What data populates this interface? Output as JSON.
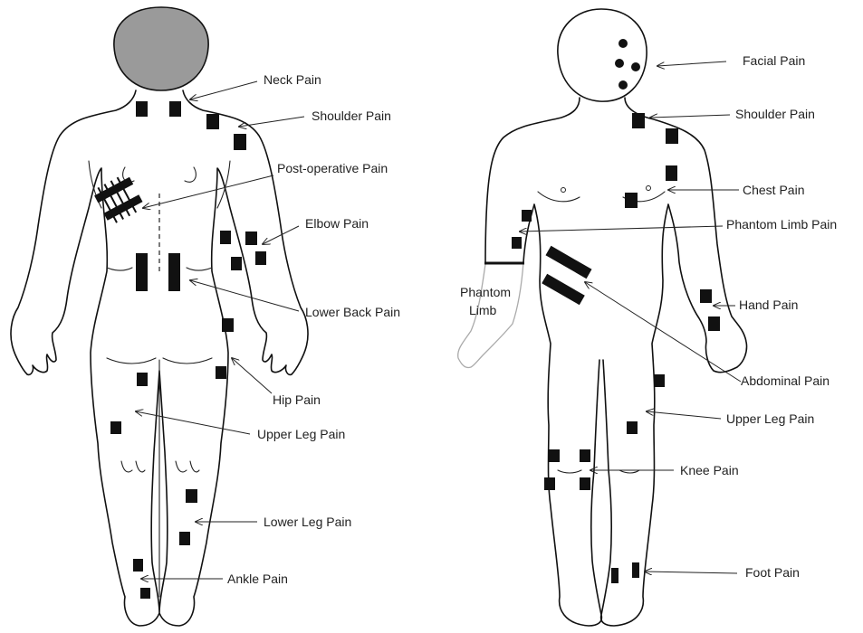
{
  "colors": {
    "head_fill": "#9a9a9a",
    "pad": "#111111",
    "line": "#222222",
    "phantom": "#aaaaaa"
  },
  "back_view": {
    "labels": {
      "neck": "Neck Pain",
      "shoulder": "Shoulder Pain",
      "post_op": "Post-operative Pain",
      "elbow": "Elbow Pain",
      "lower_back": "Lower Back Pain",
      "hip": "Hip Pain",
      "upper_leg": "Upper Leg Pain",
      "lower_leg": "Lower Leg Pain",
      "ankle": "Ankle Pain"
    }
  },
  "front_view": {
    "labels": {
      "facial": "Facial Pain",
      "shoulder": "Shoulder Pain",
      "chest": "Chest Pain",
      "phantom_limb_pain": "Phantom Limb Pain",
      "hand": "Hand Pain",
      "abdominal": "Abdominal Pain",
      "upper_leg": "Upper Leg Pain",
      "knee": "Knee Pain",
      "foot": "Foot Pain",
      "phantom_limb_1": "Phantom",
      "phantom_limb_2": "Limb"
    }
  }
}
